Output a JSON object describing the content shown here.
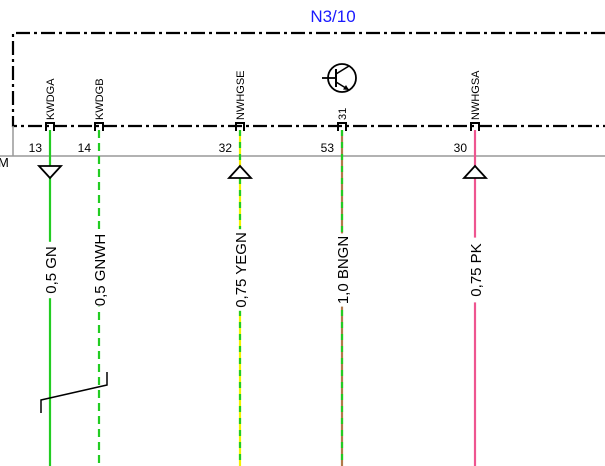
{
  "component": {
    "id": "N3/10",
    "left_edge_letter": "M",
    "transistor_symbol": "transistor-icon"
  },
  "pins": [
    {
      "name": "KWDGA",
      "number": "13",
      "wire": "0,5 GN",
      "color1": "#22cc22",
      "color2": null,
      "arrow": "down"
    },
    {
      "name": "KWDGB",
      "number": "14",
      "wire": "0,5 GNWH",
      "color1": "#22cc22",
      "color2": "#ffffff",
      "arrow": null
    },
    {
      "name": "NWHGSE",
      "number": "32",
      "wire": "0,75 YEGN",
      "color1": "#f2f200",
      "color2": "#22cc22",
      "arrow": "up"
    },
    {
      "name": "31",
      "number": "53",
      "wire": "1,0 BNGN",
      "color1": "#b07a4a",
      "color2": "#22cc22",
      "arrow": null
    },
    {
      "name": "NWHGSA",
      "number": "30",
      "wire": "0,75 PK",
      "color1": "#ee5590",
      "color2": null,
      "arrow": "up"
    }
  ],
  "colors": {
    "title": "#1a1aff",
    "border": "#000000",
    "connector_line": "#999999"
  }
}
